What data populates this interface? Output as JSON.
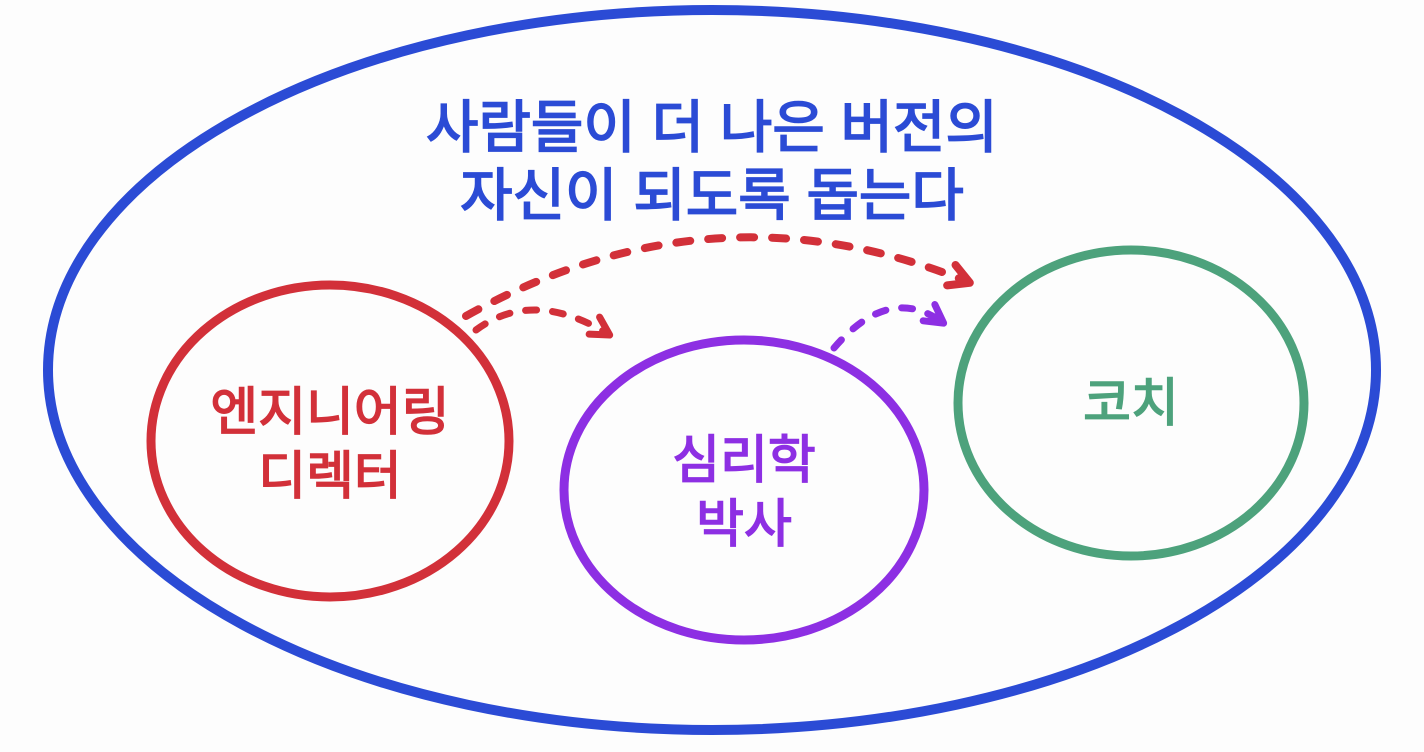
{
  "diagram": {
    "background_color": "#fdfdfd",
    "title": {
      "line1": "사람들이 더 나은 버전의",
      "line2": "자신이 되도록 돕는다",
      "color": "#2b4bd5"
    },
    "outer_ellipse": {
      "color": "#2b4bd5"
    },
    "nodes": [
      {
        "id": "engineering-director",
        "label_line1": "엔지니어링",
        "label_line2": "디렉터",
        "color": "#d23039"
      },
      {
        "id": "psychology-phd",
        "label_line1": "심리학",
        "label_line2": "박사",
        "color": "#8d2fe3"
      },
      {
        "id": "coach",
        "label_line1": "코치",
        "color": "#4da27c"
      }
    ],
    "arrows": [
      {
        "id": "director-to-coach",
        "from": "engineering-director",
        "to": "coach",
        "style": "dashed",
        "color": "#d23039"
      },
      {
        "id": "director-to-phd",
        "from": "engineering-director",
        "to": "psychology-phd",
        "style": "dashed",
        "color": "#d23039"
      },
      {
        "id": "phd-to-coach",
        "from": "psychology-phd",
        "to": "coach",
        "style": "dashed",
        "color": "#8d2fe3"
      }
    ]
  }
}
